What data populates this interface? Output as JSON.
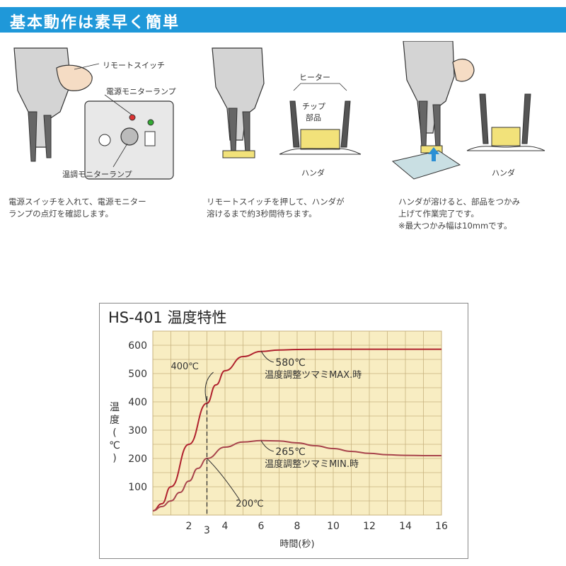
{
  "banner": {
    "title": "基本動作は素早く簡単"
  },
  "steps": [
    {
      "labels": {
        "remote_switch": "リモートスイッチ",
        "power_lamp": "電源モニターランプ",
        "temp_lamp": "温調モニターランプ"
      },
      "caption": [
        "電源スイッチを入れて、電源モニター",
        "ランプの点灯を確認します。"
      ]
    },
    {
      "labels": {
        "heater": "ヒーター",
        "chip": "チップ",
        "part": "部品",
        "solder": "ハンダ"
      },
      "caption": [
        "リモートスイッチを押して、ハンダが",
        "溶けるまで約3秒間待ちます。"
      ]
    },
    {
      "labels": {
        "solder": "ハンダ"
      },
      "caption": [
        "ハンダが溶けると、部品をつかみ",
        "上げて作業完了です。",
        "※最大つかみ幅は10mmです。"
      ]
    }
  ],
  "chart_data": {
    "type": "line",
    "title": "HS-401 温度特性",
    "xlabel": "時間(秒)",
    "ylabel": "温度(℃)",
    "xlim": [
      0,
      16
    ],
    "ylim": [
      0,
      650
    ],
    "xticks": [
      2,
      4,
      6,
      8,
      10,
      12,
      14,
      16
    ],
    "yticks": [
      100,
      200,
      300,
      400,
      500,
      600
    ],
    "extra_xtick": 3,
    "grid": true,
    "series": [
      {
        "name": "温度調整ツマミMAX.時",
        "color": "#b0222e",
        "x": [
          0,
          0.5,
          1,
          2,
          3,
          3.5,
          4,
          5,
          6,
          7,
          8,
          10,
          12,
          14,
          16
        ],
        "y": [
          15,
          40,
          100,
          250,
          395,
          460,
          510,
          560,
          578,
          583,
          585,
          586,
          586,
          586,
          586
        ]
      },
      {
        "name": "温度調整ツマミMIN.時",
        "color": "#a8444c",
        "x": [
          0,
          0.5,
          1,
          1.5,
          2,
          2.5,
          3,
          4,
          5,
          6,
          7,
          8,
          9,
          10,
          11,
          12,
          13,
          14,
          15,
          16
        ],
        "y": [
          15,
          30,
          50,
          80,
          120,
          165,
          200,
          240,
          258,
          263,
          262,
          255,
          245,
          235,
          225,
          218,
          213,
          211,
          210,
          210
        ]
      }
    ],
    "annotations": {
      "max_value": "580℃",
      "max_desc": "温度調整ツマミMAX.時",
      "min_value": "265℃",
      "min_desc": "温度調整ツマミMIN.時",
      "pt400": "400℃",
      "pt200": "200℃"
    },
    "colors": {
      "plot_bg": "#f8edc2",
      "grid": "#c7b27f"
    }
  }
}
